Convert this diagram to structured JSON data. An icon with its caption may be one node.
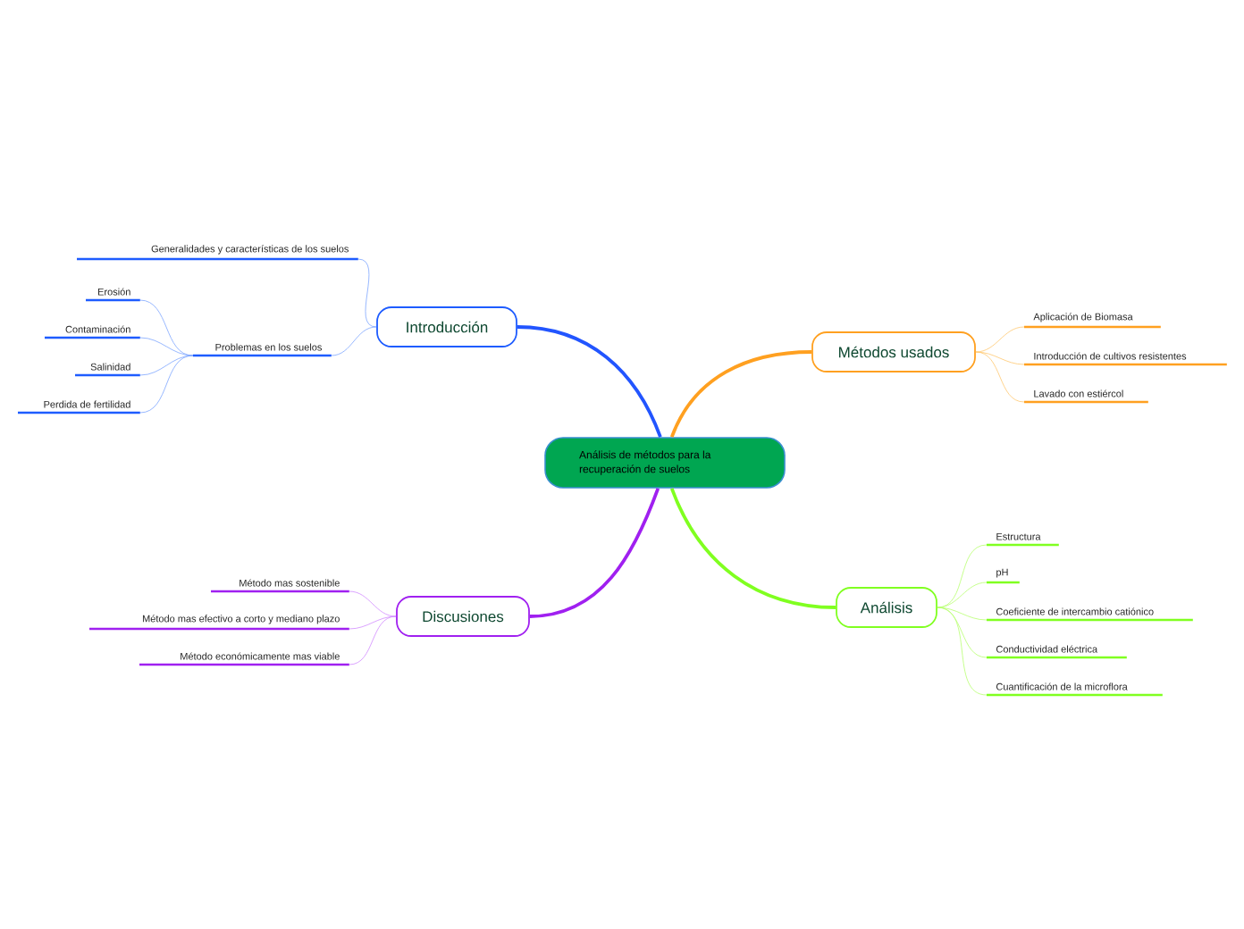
{
  "diagram": {
    "nodes": [
      {
        "text": [
          "Análisis de métodos para la recuperación de suelos"
        ]
      },
      {
        "text": [
          "Introducción"
        ]
      },
      {
        "text": [
          "Generalidades y características de los suelos"
        ]
      },
      {
        "text": [
          "Problemas en los suelos"
        ]
      },
      {
        "text": [
          "Erosión"
        ]
      },
      {
        "text": [
          "Contaminación"
        ]
      },
      {
        "text": [
          "Salinidad"
        ]
      },
      {
        "text": [
          "Perdida de fertilidad"
        ]
      },
      {
        "text": [
          "Métodos usados"
        ]
      },
      {
        "text": [
          "Aplicación de Biomasa"
        ]
      },
      {
        "text": [
          "Introducción de cultivos resistentes"
        ]
      },
      {
        "text": [
          "Lavado con estiércol"
        ]
      },
      {
        "text": [
          "Discusiones"
        ]
      },
      {
        "text": [
          "Método mas sostenible"
        ]
      },
      {
        "text": [
          "Método mas  efectivo a corto y mediano  plazo"
        ]
      },
      {
        "text": [
          "Método económicamente mas viable"
        ]
      },
      {
        "text": [
          "Análisis"
        ]
      },
      {
        "text": [
          "Estructura"
        ]
      },
      {
        "text": [
          "pH"
        ]
      },
      {
        "text": [
          "Coeficiente de intercambio catiónico"
        ]
      },
      {
        "text": [
          "Conductividad eléctrica"
        ]
      },
      {
        "text": [
          "Cuantificación de la microflora"
        ]
      }
    ],
    "edges": [
      {
        "from": 0,
        "to": 1,
        "arrow": "none",
        "style": "thick",
        "color": "#2255ff"
      },
      {
        "from": 1,
        "to": 2,
        "arrow": "none",
        "color": "#7ea6ff"
      },
      {
        "from": 1,
        "to": 3,
        "arrow": "none",
        "color": "#7ea6ff"
      },
      {
        "from": 3,
        "to": 4,
        "arrow": "none",
        "color": "#7ea6ff"
      },
      {
        "from": 3,
        "to": 5,
        "arrow": "none",
        "color": "#7ea6ff"
      },
      {
        "from": 3,
        "to": 6,
        "arrow": "none",
        "color": "#7ea6ff"
      },
      {
        "from": 3,
        "to": 7,
        "arrow": "none",
        "color": "#7ea6ff"
      },
      {
        "from": 0,
        "to": 8,
        "arrow": "none",
        "style": "thick",
        "color": "#ffa020"
      },
      {
        "from": 8,
        "to": 9,
        "arrow": "none",
        "color": "#ffc870"
      },
      {
        "from": 8,
        "to": 10,
        "arrow": "none",
        "color": "#ffc870"
      },
      {
        "from": 8,
        "to": 11,
        "arrow": "none",
        "color": "#ffc870"
      },
      {
        "from": 0,
        "to": 12,
        "arrow": "none",
        "style": "thick",
        "color": "#a020f0"
      },
      {
        "from": 12,
        "to": 13,
        "arrow": "none",
        "color": "#d28cff"
      },
      {
        "from": 12,
        "to": 14,
        "arrow": "none",
        "color": "#d28cff"
      },
      {
        "from": 12,
        "to": 15,
        "arrow": "none",
        "color": "#d28cff"
      },
      {
        "from": 0,
        "to": 16,
        "arrow": "none",
        "style": "thick",
        "color": "#80ff20"
      },
      {
        "from": 16,
        "to": 17,
        "arrow": "none",
        "color": "#b8ff70"
      },
      {
        "from": 16,
        "to": 18,
        "arrow": "none",
        "color": "#b8ff70"
      },
      {
        "from": 16,
        "to": 19,
        "arrow": "none",
        "color": "#b8ff70"
      },
      {
        "from": 16,
        "to": 20,
        "arrow": "none",
        "color": "#b8ff70"
      },
      {
        "from": 16,
        "to": 21,
        "arrow": "none",
        "color": "#b8ff70"
      }
    ]
  }
}
